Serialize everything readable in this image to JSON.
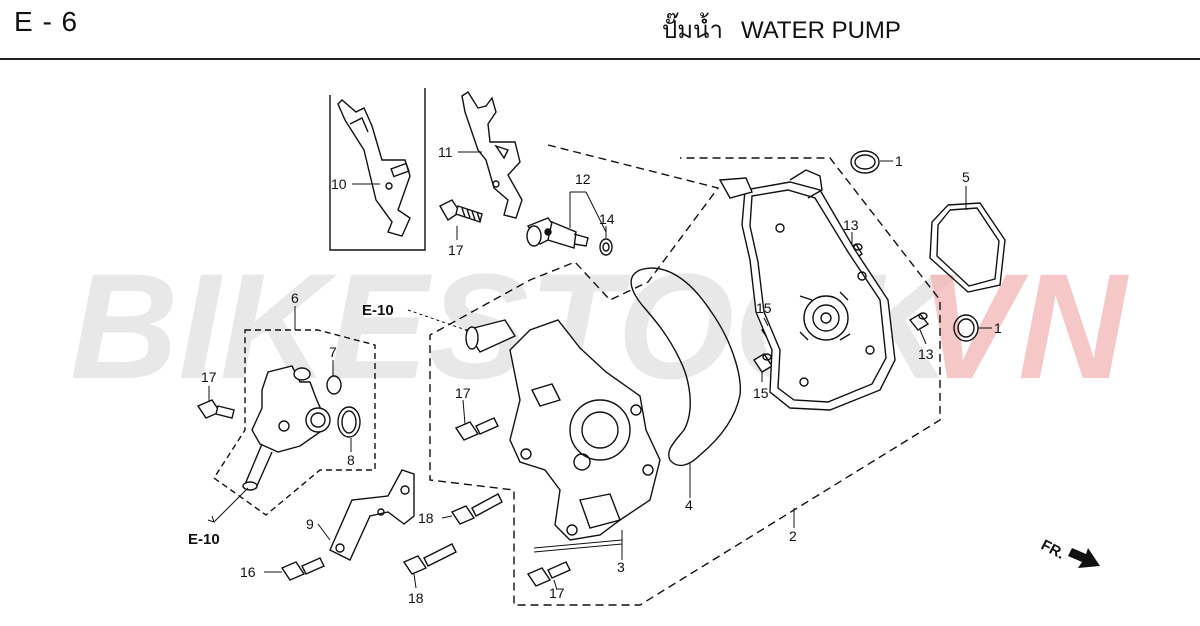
{
  "header": {
    "page_code": "E - 6",
    "title_thai": "ปั๊มน้ำ",
    "title_en": "WATER PUMP"
  },
  "watermark": {
    "part1": "BIKESTOCK",
    "part2": "VN",
    "color1": "#d6d6d6",
    "color2": "#f2b4b4"
  },
  "references": {
    "ref_top": "E-10",
    "ref_bottom": "E-10",
    "direction": "FR."
  },
  "callouts": {
    "c1a": "1",
    "c1b": "1",
    "c2": "2",
    "c3": "3",
    "c4": "4",
    "c5": "5",
    "c6": "6",
    "c7": "7",
    "c8": "8",
    "c9": "9",
    "c10": "10",
    "c11": "11",
    "c12": "12",
    "c13a": "13",
    "c13b": "13",
    "c14": "14",
    "c15a": "15",
    "c15b": "15",
    "c16": "16",
    "c17a": "17",
    "c17b": "17",
    "c17c": "17",
    "c17d": "17",
    "c18a": "18",
    "c18b": "18"
  }
}
